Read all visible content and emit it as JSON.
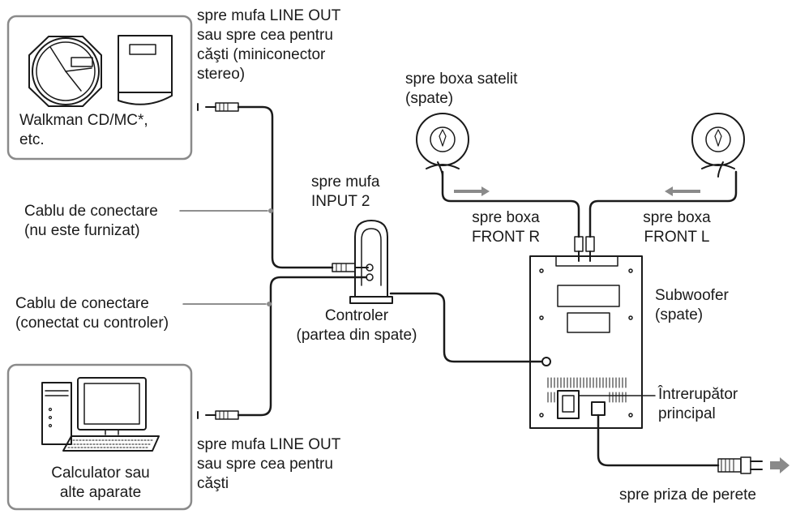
{
  "labels": {
    "walkman": [
      "Walkman CD/MC*,",
      "etc."
    ],
    "walkman_jack": [
      "spre mufa LINE OUT",
      "sau spre cea pentru",
      "căşti (miniconector",
      "stereo)"
    ],
    "sat_rear": [
      "spre boxa satelit",
      "(spate)"
    ],
    "input2": [
      "spre mufa",
      "INPUT 2"
    ],
    "front_r": [
      "spre boxa",
      "FRONT R"
    ],
    "front_l": [
      "spre boxa",
      "FRONT L"
    ],
    "cable_not_supplied": [
      "Cablu de conectare",
      "(nu este furnizat)"
    ],
    "cable_with_controller": [
      "Cablu de conectare",
      "(conectat cu controler)"
    ],
    "controller": [
      "Controler",
      "(partea din spate)"
    ],
    "subwoofer": [
      "Subwoofer",
      "(spate)"
    ],
    "main_switch": [
      "Întrerupător",
      "principal"
    ],
    "computer": [
      "Calculator sau",
      "alte aparate"
    ],
    "computer_jack": [
      "spre mufa LINE OUT",
      "sau spre cea pentru",
      "căşti"
    ],
    "wall_outlet": [
      "spre priza de perete"
    ]
  }
}
